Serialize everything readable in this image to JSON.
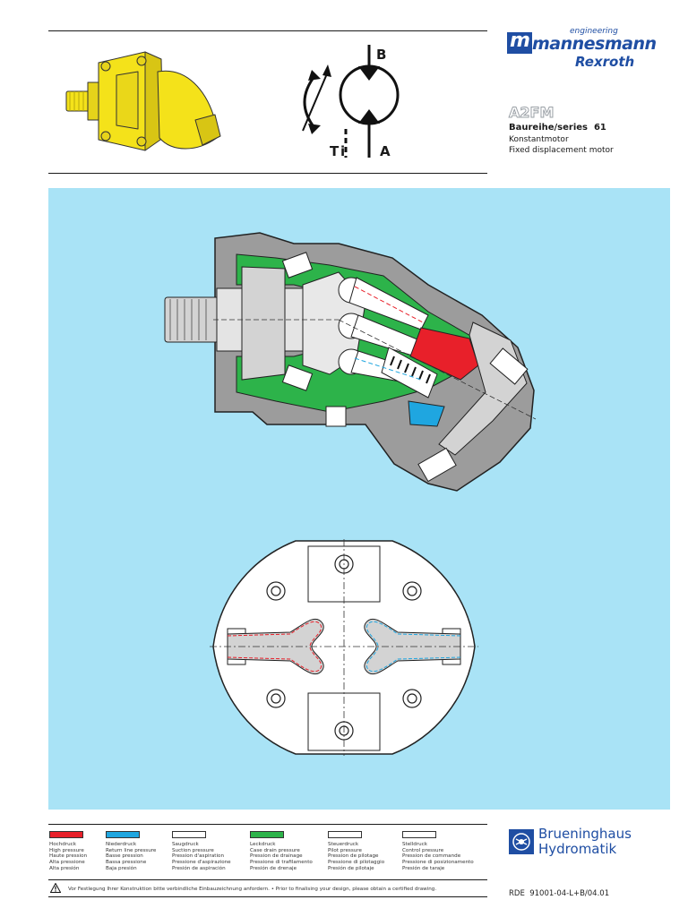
{
  "header": {
    "symbol_port_b": "B",
    "symbol_port_t": "T",
    "symbol_port_i": "i",
    "symbol_port_a": "A"
  },
  "brand": {
    "engineering": "engineering",
    "company_main": "mannesmann",
    "company_sub": "Rexroth",
    "logo_text": "m",
    "color": "#1f4ea3"
  },
  "product": {
    "model": "A2FM",
    "series": "Baureihe/series  61",
    "desc_de": "Konstantmotor",
    "desc_en": "Fixed displacement motor"
  },
  "colors": {
    "panel": "#a9e3f6",
    "high_pressure": "#e8202a",
    "return_pressure": "#1fa6e0",
    "case_drain": "#2db34a",
    "body": "#9c9c9c",
    "body_light": "#d3d3d3",
    "motor_yellow": "#f4e21a"
  },
  "legend": [
    {
      "color": "#e8202a",
      "lines": [
        "Hochdruck",
        "High pressure",
        "Haute pression",
        "Alta pressione",
        "Alta presión"
      ]
    },
    {
      "color": "#1fa6e0",
      "lines": [
        "Niederdruck",
        "Return line pressure",
        "Basse pression",
        "Bassa pressione",
        "Baja presión"
      ]
    },
    {
      "color": "#ffffff",
      "lines": [
        "Saugdruck",
        "Suction pressure",
        "Pression d'aspiration",
        "Pressione d'aspirazione",
        "Presión de aspiración"
      ]
    },
    {
      "color": "#2db34a",
      "lines": [
        "Leckdruck",
        "Case drain pressure",
        "Pression de drainage",
        "Pressione di trafilamento",
        "Presión de drenaje"
      ]
    },
    {
      "color": "#ffffff",
      "lines": [
        "Steuerdruck",
        "Pilot pressure",
        "Pression de pilotage",
        "Pressione di pilotaggio",
        "Presión de pilotaje"
      ]
    },
    {
      "color": "#ffffff",
      "lines": [
        "Stelldruck",
        "Control pressure",
        "Pression de commande",
        "Pressione di posizionamento",
        "Presión de taraje"
      ]
    }
  ],
  "footer": {
    "notice": "Vor Festlegung Ihrer Konstruktion bitte verbindliche Einbauzeichnung anfordern.  •  Prior to finalising your design, please obtain a certified drawing.",
    "doc_id": "RDE  91001-04-L+B/04.01",
    "bh_line1": "Brueninghaus",
    "bh_line2": "Hydromatik"
  }
}
